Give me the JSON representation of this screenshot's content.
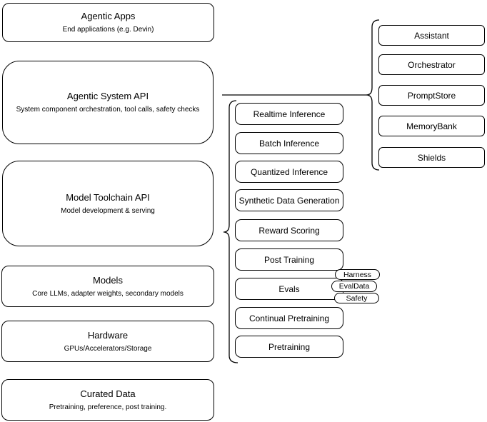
{
  "diagram": {
    "colors": {
      "stroke": "#000000",
      "fill": "#ffffff",
      "text": "#000000"
    },
    "left_stack": [
      {
        "title": "Agentic Apps",
        "subtitle": "End applications (e.g. Devin)"
      },
      {
        "title": "Agentic System API",
        "subtitle": "System component orchestration, tool calls, safety checks"
      },
      {
        "title": "Model Toolchain API",
        "subtitle": "Model development & serving"
      },
      {
        "title": "Models",
        "subtitle": "Core LLMs, adapter weights, secondary models"
      },
      {
        "title": "Hardware",
        "subtitle": "GPUs/Accelerators/Storage"
      },
      {
        "title": "Curated Data",
        "subtitle": "Pretraining, preference, post training."
      }
    ],
    "toolchain_items": [
      {
        "label": "Realtime Inference"
      },
      {
        "label": "Batch Inference"
      },
      {
        "label": "Quantized Inference"
      },
      {
        "label": "Synthetic Data Generation"
      },
      {
        "label": "Reward Scoring"
      },
      {
        "label": "Post Training"
      },
      {
        "label": "Evals"
      },
      {
        "label": "Continual Pretraining"
      },
      {
        "label": "Pretraining"
      }
    ],
    "evals_tags": [
      {
        "label": "Harness"
      },
      {
        "label": "EvalData"
      },
      {
        "label": "Safety"
      }
    ],
    "system_components": [
      {
        "label": "Assistant"
      },
      {
        "label": "Orchestrator"
      },
      {
        "label": "PromptStore"
      },
      {
        "label": "MemoryBank"
      },
      {
        "label": "Shields"
      }
    ]
  }
}
